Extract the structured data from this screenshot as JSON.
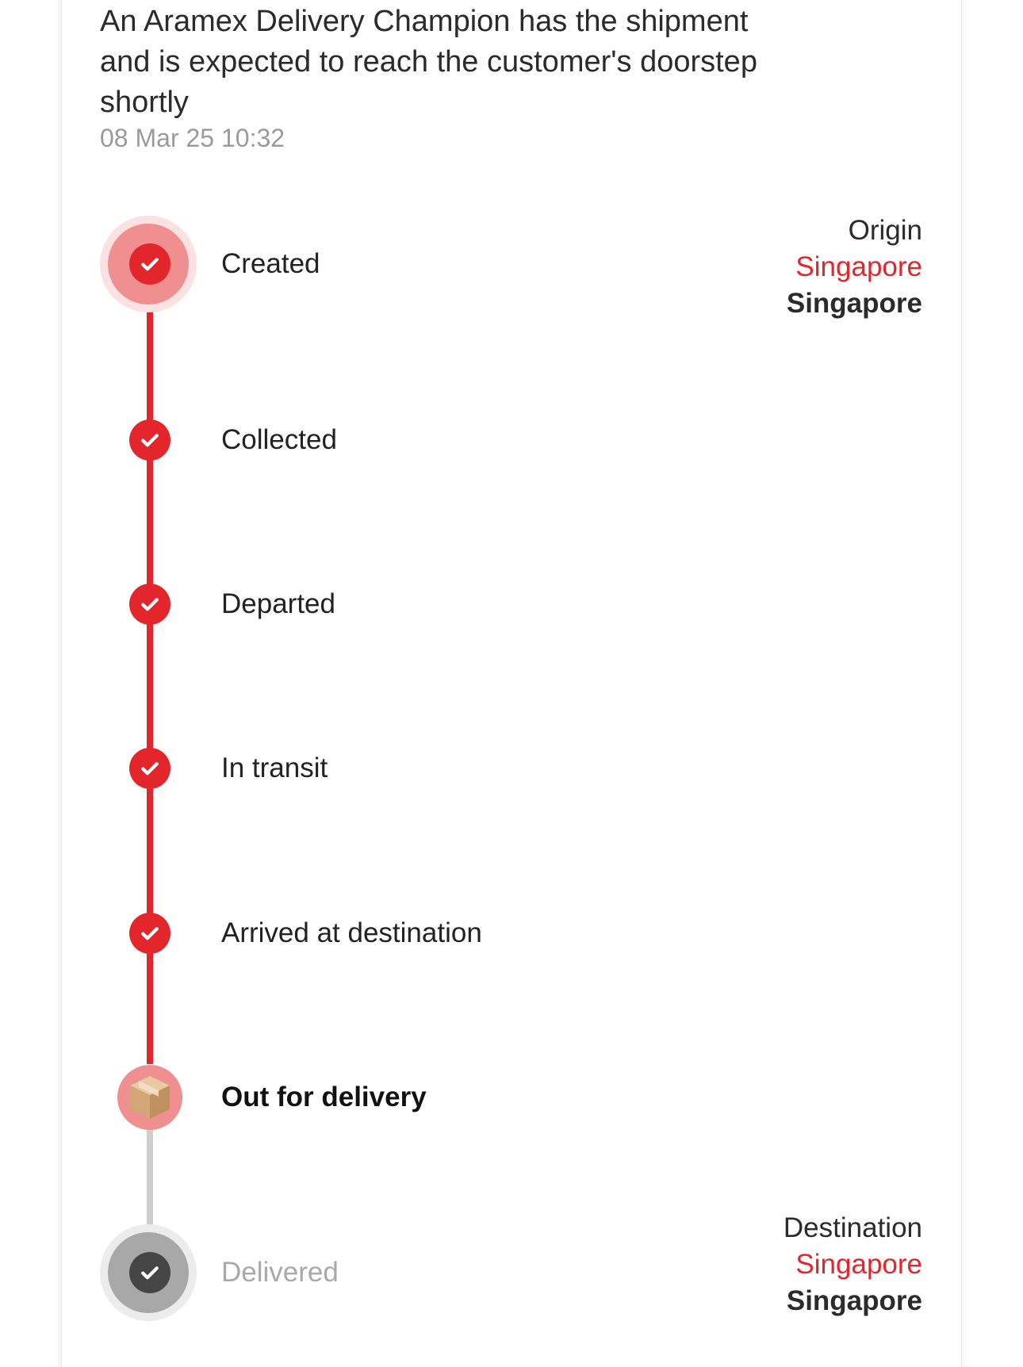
{
  "status_message": "An Aramex Delivery Champion has the shipment and is expected to reach the customer's doorstep shortly",
  "status_timestamp": "08 Mar 25 10:32",
  "colors": {
    "accent": "#e3262b",
    "halo": "#f08f8f",
    "pending": "#a9a9a9"
  },
  "timeline": {
    "steps": [
      {
        "label": "Created",
        "state": "done",
        "icon": "check-icon"
      },
      {
        "label": "Collected",
        "state": "done",
        "icon": "check-icon"
      },
      {
        "label": "Departed",
        "state": "done",
        "icon": "check-icon"
      },
      {
        "label": "In transit",
        "state": "done",
        "icon": "check-icon"
      },
      {
        "label": "Arrived at destination",
        "state": "done",
        "icon": "check-icon"
      },
      {
        "label": "Out for delivery",
        "state": "current",
        "icon": "package-icon"
      },
      {
        "label": "Delivered",
        "state": "pending",
        "icon": "check-icon"
      }
    ]
  },
  "origin": {
    "heading": "Origin",
    "city": "Singapore",
    "country": "Singapore"
  },
  "destination": {
    "heading": "Destination",
    "city": "Singapore",
    "country": "Singapore"
  }
}
